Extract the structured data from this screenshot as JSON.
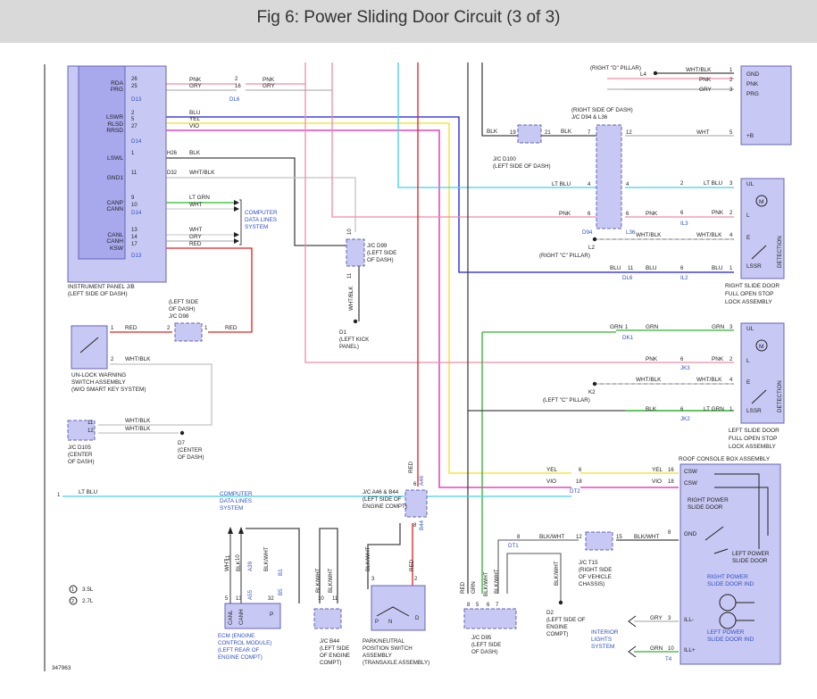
{
  "title": "Fig 6: Power Sliding Door Circuit (3 of 3)",
  "figure_number": "347963",
  "colors": {
    "PNK": "#f08ca8",
    "GRY": "#b4b4b4",
    "BLU": "#1a1adc",
    "YEL": "#f0e020",
    "VIO": "#e020b4",
    "BLK": "#444444",
    "WHT/BLK": "#c4c4c4",
    "LT GRN": "#20c020",
    "WHT": "#d0d0d0",
    "RED": "#e02020",
    "LT BLU": "#40d0e8",
    "GRN": "#30b030",
    "BLK/WHT": "#777777",
    "component_fill": "#c8c8f4",
    "module_fill": "#a8a8ec",
    "component_stroke": "#6464b4"
  },
  "components": {
    "instrument_panel_jb": [
      "INSTRUMENT PANEL J/B",
      "(LEFT SIDE OF DASH)"
    ],
    "computer_data_lines_1": [
      "COMPUTER",
      "DATA LINES",
      "SYSTEM"
    ],
    "computer_data_lines_2": [
      "COMPUTER",
      "DATA LINES",
      "SYSTEM"
    ],
    "jc_d98": [
      "(LEFT SIDE",
      "OF DASH)",
      "J/C D98"
    ],
    "jc_d99": [
      "J/C D99",
      "(LEFT SIDE",
      "OF DASH)"
    ],
    "d1": [
      "D1",
      "(LEFT KICK",
      "PANEL)"
    ],
    "unlock_switch": [
      "UN-LOCK WARNING",
      "SWITCH ASSEMBLY",
      "(W/O SMART KEY SYSTEM)"
    ],
    "jc_d105": [
      "J/C D105",
      "(CENTER",
      "OF DASH)"
    ],
    "d7": [
      "D7",
      "(CENTER",
      "OF DASH)"
    ],
    "jc_d100": [
      "J/C D100",
      "(LEFT SIDE OF DASH)"
    ],
    "jc_d94": [
      "(RIGHT SIDE OF DASH)",
      "J/C D94 & L36"
    ],
    "right_d_pillar": "(RIGHT \"D\" PILLAR)",
    "right_c_pillar": "(RIGHT \"C\" PILLAR)",
    "left_c_pillar": "(LEFT \"C\" PILLAR)",
    "right_door_lock": [
      "RIGHT SLIDE DOOR",
      "FULL OPEN STOP",
      "LOCK ASSEMBLY"
    ],
    "left_door_lock": [
      "LEFT SLIDE DOOR",
      "FULL OPEN STOP",
      "LOCK ASSEMBLY"
    ],
    "detection": "DETECTION",
    "roof_console": "ROOF CONSOLE BOX ASSEMBLY",
    "right_power_slide": [
      "RIGHT POWER",
      "SLIDE DOOR"
    ],
    "left_power_slide": [
      "LEFT POWER",
      "SLIDE DOOR"
    ],
    "right_ind": [
      "RIGHT POWER",
      "SLIDE DOOR IND"
    ],
    "left_ind": [
      "LEFT POWER",
      "SLIDE DOOR IND"
    ],
    "interior_lights": [
      "INTERIOR",
      "LIGHTS",
      "SYSTEM"
    ],
    "jc_a46": [
      "J/C A46 & B44",
      "(LEFT SIDE OF",
      "ENGINE COMPT)"
    ],
    "ecm": [
      "ECM (ENGINE",
      "CONTROL MODULE)",
      "(LEFT REAR OF",
      "ENGINE COMPT)"
    ],
    "jc_b44": [
      "J/C B44",
      "(LEFT SIDE",
      "OF ENGINE",
      "COMPT)"
    ],
    "park_neutral": [
      "PARK/NEUTRAL",
      "POSITION SWITCH",
      "ASSEMBLY",
      "(TRANSAXLE ASSEMBLY)"
    ],
    "jc_d95": [
      "J/C D95",
      "(LEFT SIDE",
      "OF DASH)"
    ],
    "d2": [
      "D2",
      "(LEFT SIDE OF",
      "ENGINE",
      "COMPT)"
    ],
    "jc_t15": [
      "J/C T15",
      "(RIGHT SIDE",
      "OF VEHICLE",
      "CHASSIS)"
    ]
  },
  "legend": [
    "3.5L",
    "2.7L"
  ],
  "legend_marks": [
    "1",
    "2"
  ]
}
